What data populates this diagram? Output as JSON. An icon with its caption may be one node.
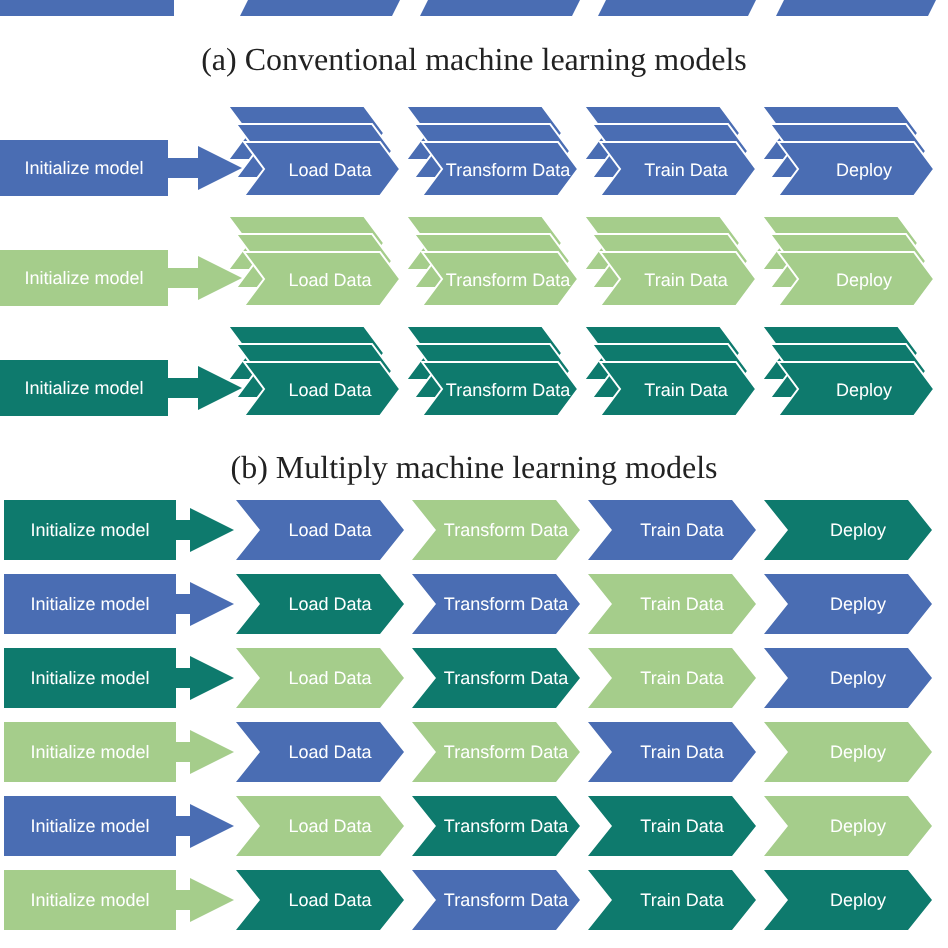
{
  "diagram": {
    "nodes": [
      {
        "text": [
          "Initialize model"
        ]
      },
      {
        "text": [
          "Load Data"
        ]
      },
      {
        "text": [
          "Transform Data"
        ]
      },
      {
        "text": [
          "Train Data"
        ]
      },
      {
        "text": [
          "Deploy"
        ]
      },
      {
        "text": [
          "Initialize model"
        ]
      },
      {
        "text": [
          "Load Data"
        ]
      },
      {
        "text": [
          "Transform Data"
        ]
      },
      {
        "text": [
          "Train Data"
        ]
      },
      {
        "text": [
          "Deploy"
        ]
      },
      {
        "text": [
          "Initialize model"
        ]
      },
      {
        "text": [
          "Load Data"
        ]
      },
      {
        "text": [
          "Transform Data"
        ]
      },
      {
        "text": [
          "Train Data"
        ]
      },
      {
        "text": [
          "Deploy"
        ]
      },
      {
        "text": [
          "Initialize model"
        ]
      },
      {
        "text": [
          "Load Data"
        ]
      },
      {
        "text": [
          "Transform Data"
        ]
      },
      {
        "text": [
          "Train Data"
        ]
      },
      {
        "text": [
          "Deploy"
        ]
      },
      {
        "text": [
          "Initialize model"
        ]
      },
      {
        "text": [
          "Load Data"
        ]
      },
      {
        "text": [
          "Transform Data"
        ]
      },
      {
        "text": [
          "Train Data"
        ]
      },
      {
        "text": [
          "Deploy"
        ]
      },
      {
        "text": [
          "Initialize model"
        ]
      },
      {
        "text": [
          "Load Data"
        ]
      },
      {
        "text": [
          "Transform Data"
        ]
      },
      {
        "text": [
          "Train Data"
        ]
      },
      {
        "text": [
          "Deploy"
        ]
      },
      {
        "text": [
          "Initialize model"
        ]
      },
      {
        "text": [
          "Load Data"
        ]
      },
      {
        "text": [
          "Transform Data"
        ]
      },
      {
        "text": [
          "Train Data"
        ]
      },
      {
        "text": [
          "Deploy"
        ]
      },
      {
        "text": [
          "Initialize model"
        ]
      },
      {
        "text": [
          "Load Data"
        ]
      },
      {
        "text": [
          "Transform Data"
        ]
      },
      {
        "text": [
          "Train Data"
        ]
      },
      {
        "text": [
          "Deploy"
        ]
      },
      {
        "text": [
          "Initialize model"
        ]
      },
      {
        "text": [
          "Load Data"
        ]
      },
      {
        "text": [
          "Transform Data"
        ]
      },
      {
        "text": [
          "Train Data"
        ]
      },
      {
        "text": [
          "Deploy"
        ]
      }
    ],
    "edges": [
      {
        "from": 0,
        "to": 1,
        "arrow": "to",
        "color": "#4a6db3"
      },
      {
        "from": 5,
        "to": 6,
        "arrow": "to",
        "color": "#a5cd8b"
      },
      {
        "from": 10,
        "to": 11,
        "arrow": "to",
        "color": "#0e7a6d"
      },
      {
        "from": 15,
        "to": 16,
        "arrow": "to",
        "color": "#0e7a6d"
      },
      {
        "from": 20,
        "to": 21,
        "arrow": "to",
        "color": "#4a6db3"
      },
      {
        "from": 25,
        "to": 26,
        "arrow": "to",
        "color": "#0e7a6d"
      },
      {
        "from": 30,
        "to": 31,
        "arrow": "to",
        "color": "#a5cd8b"
      },
      {
        "from": 35,
        "to": 36,
        "arrow": "to",
        "color": "#4a6db3"
      },
      {
        "from": 40,
        "to": 41,
        "arrow": "to",
        "color": "#a5cd8b"
      }
    ],
    "labels": [
      "(a) Conventional machine learning models",
      "(b) Multiply machine learning models"
    ]
  }
}
